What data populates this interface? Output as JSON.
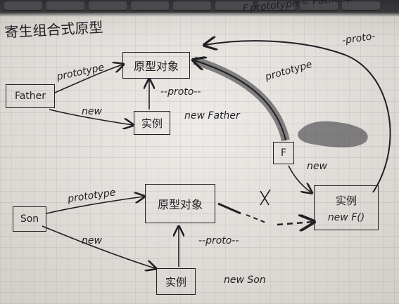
{
  "title": "寄生组合式原型",
  "formula": "F.prototype = Father.prototype",
  "father": {
    "label": "Father",
    "prototype_label": "prototype",
    "new_label": "new",
    "proto_obj": "原型对象",
    "instance": "实例",
    "instance_caption": "new Father",
    "proto_link": "--proto--"
  },
  "f_func": {
    "label": "F",
    "prototype_label": "prototype",
    "new_label": "new",
    "instance": "实例",
    "instance_caption": "new F()",
    "proto_link": "-proto-"
  },
  "son": {
    "label": "Son",
    "prototype_label": "prototype",
    "new_label": "new",
    "proto_obj": "原型对象",
    "instance": "实例",
    "instance_caption": "new Son",
    "proto_link": "--proto--"
  },
  "colors": {
    "ink": "#1f1f24",
    "paper": "#ddd8d1"
  }
}
